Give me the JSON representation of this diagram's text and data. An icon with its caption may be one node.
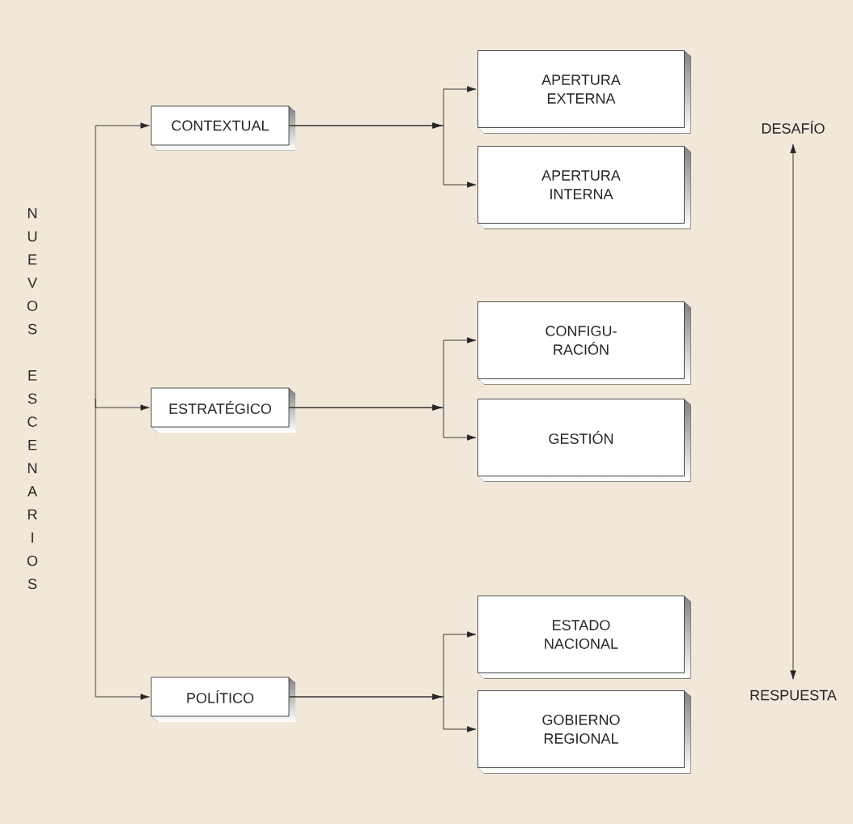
{
  "diagram": {
    "nodes": [
      {
        "text": [
          "NUEVOS ESCENARIOS"
        ]
      },
      {
        "text": [
          "CONTEXTUAL"
        ]
      },
      {
        "text": [
          "APERTURA EXTERNA"
        ]
      },
      {
        "text": [
          "APERTURA INTERNA"
        ]
      },
      {
        "text": [
          "ESTRATÉGICO"
        ]
      },
      {
        "text": [
          "CONFIGU- RACIÓN"
        ]
      },
      {
        "text": [
          "GESTIÓN"
        ]
      },
      {
        "text": [
          "POLÍTICO"
        ]
      },
      {
        "text": [
          "ESTADO NACIONAL"
        ]
      },
      {
        "text": [
          "GOBIERNO REGIONAL"
        ]
      },
      {
        "text": [
          "DESAFÍO"
        ]
      },
      {
        "text": [
          "RESPUESTA"
        ]
      }
    ],
    "edges": [
      {
        "from": 0,
        "to": 1,
        "arrow": "to"
      },
      {
        "from": 0,
        "to": 4,
        "arrow": "to"
      },
      {
        "from": 0,
        "to": 7,
        "arrow": "to"
      },
      {
        "from": 1,
        "to": 2,
        "arrow": "to"
      },
      {
        "from": 1,
        "to": 3,
        "arrow": "to"
      },
      {
        "from": 4,
        "to": 5,
        "arrow": "to"
      },
      {
        "from": 4,
        "to": 6,
        "arrow": "to"
      },
      {
        "from": 7,
        "to": 8,
        "arrow": "to"
      },
      {
        "from": 7,
        "to": 9,
        "arrow": "to"
      },
      {
        "from": 10,
        "to": 11,
        "arrow": "both"
      }
    ]
  }
}
